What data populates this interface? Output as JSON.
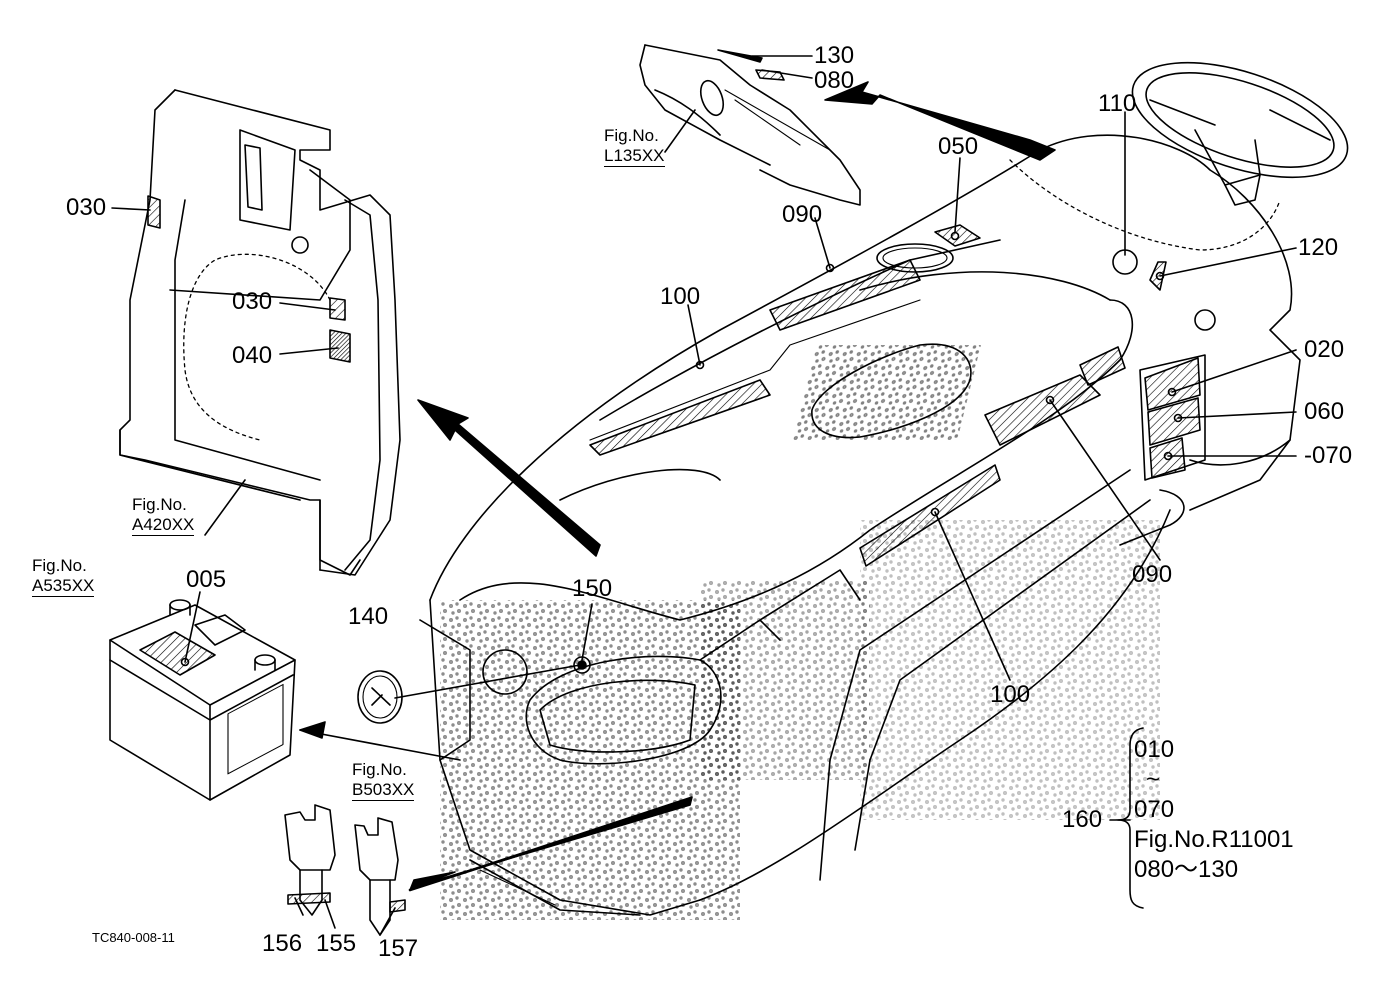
{
  "callouts": [
    {
      "id": "c130",
      "text": "130"
    },
    {
      "id": "c080",
      "text": "080"
    },
    {
      "id": "c110",
      "text": "110"
    },
    {
      "id": "c050",
      "text": "050"
    },
    {
      "id": "c030a",
      "text": "030"
    },
    {
      "id": "c090a",
      "text": "090"
    },
    {
      "id": "c120",
      "text": "120"
    },
    {
      "id": "c100a",
      "text": "100"
    },
    {
      "id": "c030b",
      "text": "030"
    },
    {
      "id": "c040",
      "text": "040"
    },
    {
      "id": "c020",
      "text": "020"
    },
    {
      "id": "c060",
      "text": "060"
    },
    {
      "id": "c070",
      "text": "-070"
    },
    {
      "id": "c005",
      "text": "005"
    },
    {
      "id": "c150",
      "text": "150"
    },
    {
      "id": "c140",
      "text": "140"
    },
    {
      "id": "c090b",
      "text": "090"
    },
    {
      "id": "c100b",
      "text": "100"
    },
    {
      "id": "c156",
      "text": "156"
    },
    {
      "id": "c155",
      "text": "155"
    },
    {
      "id": "c157",
      "text": "157"
    }
  ],
  "figure_refs": [
    {
      "id": "figL135",
      "line1": "Fig.No.",
      "line2": "L135XX"
    },
    {
      "id": "figA420",
      "line1": "Fig.No.",
      "line2": "A420XX"
    },
    {
      "id": "figA535",
      "line1": "Fig.No.",
      "line2": "A535XX"
    },
    {
      "id": "figB503",
      "line1": "Fig.No.",
      "line2": "B503XX"
    }
  ],
  "note_160": {
    "label": "160",
    "lines": [
      "010",
      "~",
      "070",
      "Fig.No.R11001",
      "080～130"
    ]
  },
  "drawing_code": "TC840-008-11"
}
